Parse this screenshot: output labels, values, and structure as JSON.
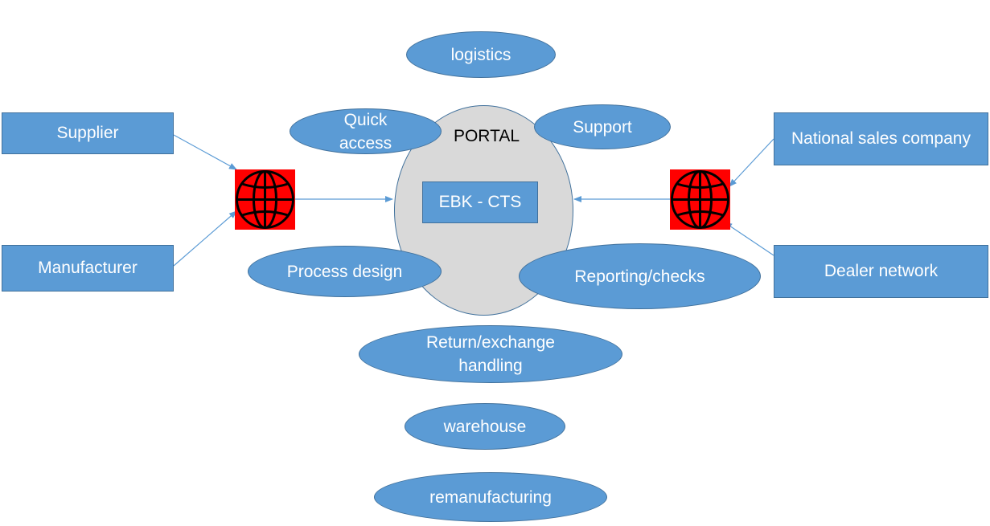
{
  "portal": {
    "label": "PORTAL",
    "core_label": "EBK - CTS"
  },
  "left_boxes": {
    "supplier": "Supplier",
    "manufacturer": "Manufacturer"
  },
  "right_boxes": {
    "national_sales_company": "National sales company",
    "dealer_network": "Dealer network"
  },
  "ovals": {
    "logistics": "logistics",
    "quick_access": "Quick\naccess",
    "support": "Support",
    "process_design": "Process design",
    "reporting_checks": "Reporting/checks",
    "return_exchange": "Return/exchange\nhandling",
    "warehouse": "warehouse",
    "remanufacturing": "remanufacturing"
  },
  "icons": {
    "left_globe": "globe-icon",
    "right_globe": "globe-icon"
  },
  "colors": {
    "shape_fill": "#5b9bd5",
    "shape_border": "#41719c",
    "portal_fill": "#d9d9d9",
    "globe_background": "#ff0000",
    "connector": "#5b9bd5"
  }
}
